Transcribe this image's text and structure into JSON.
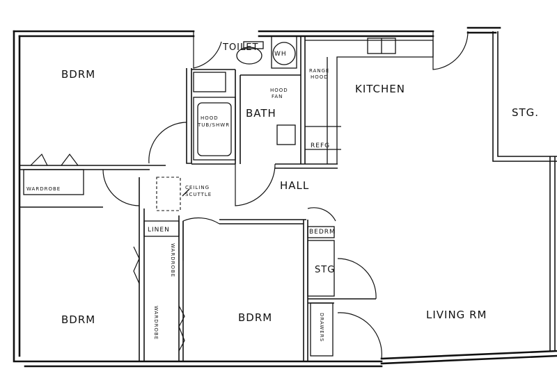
{
  "rooms": {
    "bedroom_nw": "BDRM",
    "bedroom_sw": "BDRM",
    "bedroom_center": "BDRM",
    "kitchen": "KITCHEN",
    "storage_ne": "STG.",
    "bath": "BATH",
    "hall": "HALL",
    "living": "LIVING RM",
    "storage_small": "STG",
    "toilet": "TOILET"
  },
  "fixtures": {
    "water_heater": "WH",
    "wardrobe_north": "WARDROBE",
    "wardrobe_sw_1": "WARDROBE",
    "wardrobe_sw_2": "WARDROBE",
    "linen": "LINEN",
    "refrigerator": "REFG",
    "ceiling_scuttle_line1": "CEILING",
    "ceiling_scuttle_line2": "SCUTTLE",
    "bedroom_label": "BEDRM",
    "hood_fan_line1": "HOOD",
    "hood_fan_line2": "FAN",
    "hood_tub_line1": "HOOD",
    "hood_tub_line2": "TUB/SHWR",
    "range_hood_line1": "RANGE",
    "range_hood_line2": "HOOD",
    "drawers": "DRAWERS"
  }
}
